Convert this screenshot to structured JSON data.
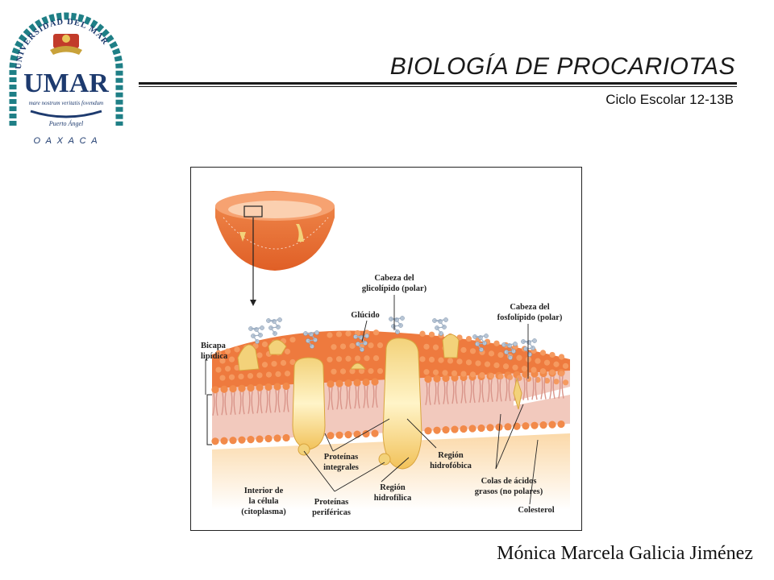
{
  "header": {
    "title": "BIOLOGÍA DE PROCARIOTAS",
    "subtitle": "Ciclo Escolar 12-13B"
  },
  "logo": {
    "arc_text": "UNIVERSIDAD DEL MAR",
    "monogram": "UMAR",
    "motto": "mare nostrum veritatis fovendum",
    "campus": "Puerto Ángel",
    "state": "O A X A C A"
  },
  "figure": {
    "labels": {
      "cabeza_glicolipido": [
        "Cabeza del",
        "glicolípido (polar)"
      ],
      "glucido": "Glúcido",
      "cabeza_fosfolipido": [
        "Cabeza del",
        "fosfolípido (polar)"
      ],
      "bicapa": [
        "Bicapa",
        "lipídica"
      ],
      "proteinas_integrales": [
        "Proteínas",
        "integrales"
      ],
      "region_hidrofobica": [
        "Región",
        "hidrofóbica"
      ],
      "colas": [
        "Colas de ácidos",
        "grasos (no polares)"
      ],
      "interior": [
        "Interior de",
        "la célula",
        "(citoplasma)"
      ],
      "proteinas_perifericas": [
        "Proteínas",
        "periféricas"
      ],
      "region_hidrofilica": [
        "Región",
        "hidrofílica"
      ],
      "colesterol": "Colesterol"
    }
  },
  "footer": {
    "author": "Mónica Marcela Galicia Jiménez"
  },
  "colors": {
    "membrane_orange": "#e8743a",
    "head_orange": "#f28a4a",
    "tail_pink": "#e6b3a8",
    "protein_cream": "#f7e7a8",
    "logo_teal": "#1f7f86",
    "logo_navy": "#1d3a6e"
  }
}
